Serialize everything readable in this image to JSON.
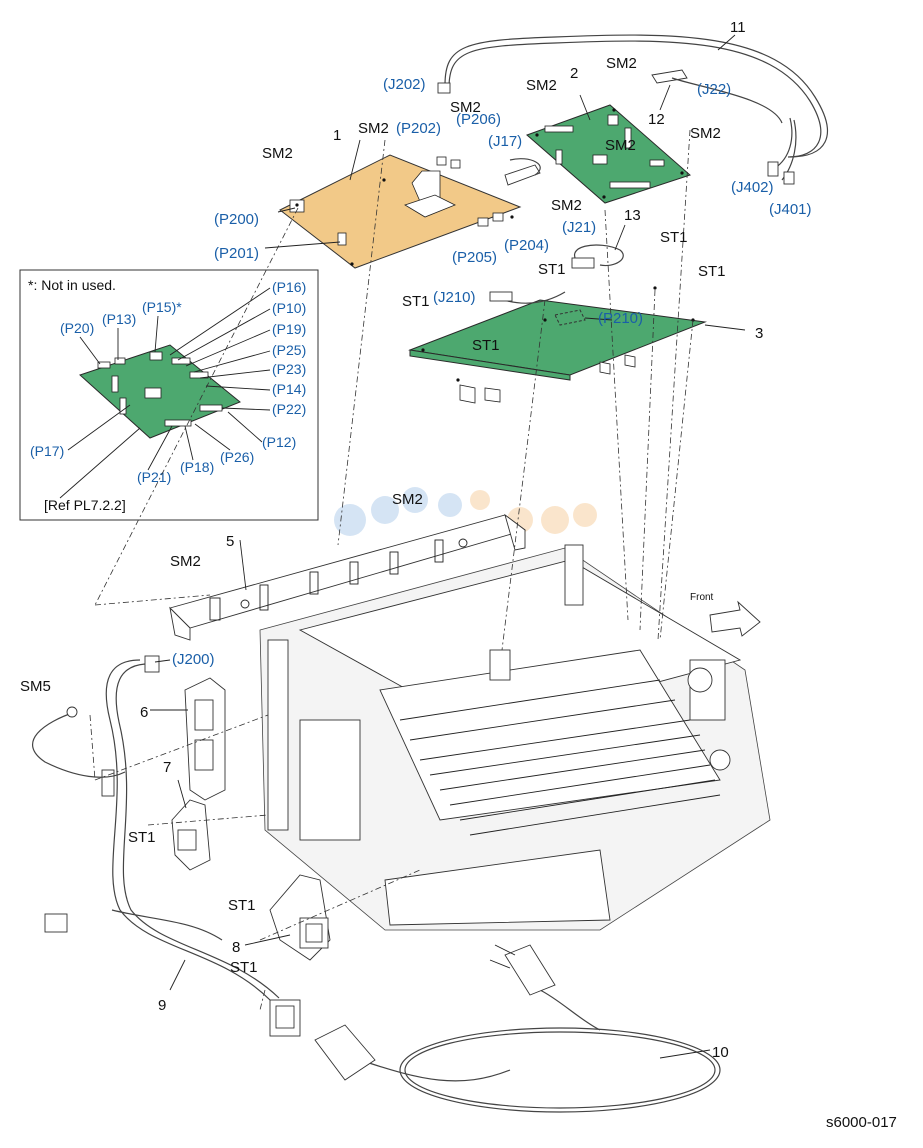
{
  "figure_id": "s6000-017",
  "inset": {
    "note": "*: Not in used.",
    "reference": "[Ref PL7.2.2]",
    "connectors": [
      "(P16)",
      "(P10)",
      "(P19)",
      "(P25)",
      "(P23)",
      "(P14)",
      "(P22)",
      "(P12)",
      "(P26)",
      "(P18)",
      "(P21)",
      "(P17)",
      "(P20)",
      "(P13)",
      "(P15)*"
    ]
  },
  "part_numbers": [
    "1",
    "2",
    "3",
    "5",
    "6",
    "7",
    "8",
    "9",
    "10",
    "11",
    "12",
    "13"
  ],
  "screws": {
    "sm2": "SM2",
    "st1": "ST1",
    "sm5": "SM5"
  },
  "connectors": {
    "j202": "(J202)",
    "p202": "(P202)",
    "p206": "(P206)",
    "j17": "(J17)",
    "j22": "(J22)",
    "p200": "(P200)",
    "p201": "(P201)",
    "p205": "(P205)",
    "p204": "(P204)",
    "j21": "(J21)",
    "j210": "(J210)",
    "p210": "(P210)",
    "j402": "(J402)",
    "j401": "(J401)",
    "j200": "(J200)"
  },
  "front_label": "Front",
  "colors": {
    "callout_blue": "#1a5fa8",
    "board_tan": "#f2c988",
    "board_green": "#4da86f"
  }
}
